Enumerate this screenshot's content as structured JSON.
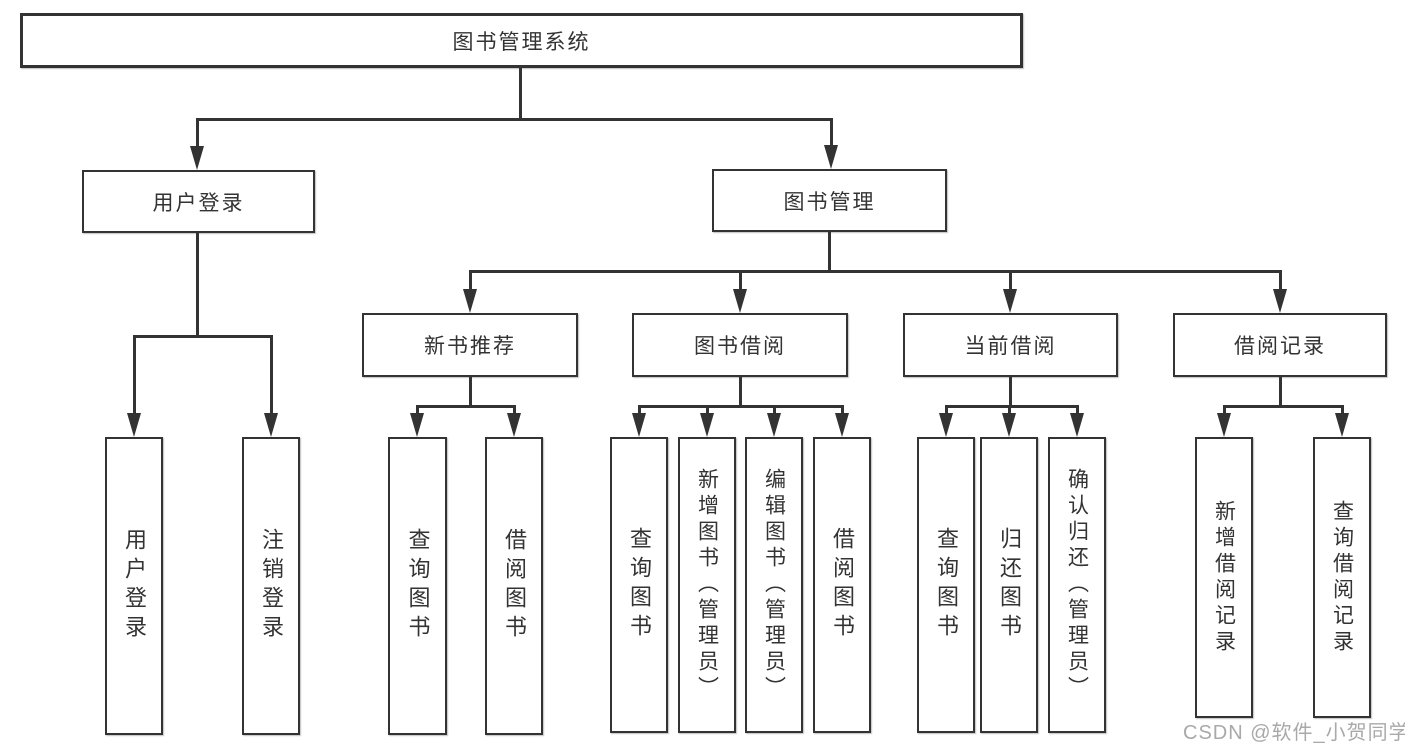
{
  "diagram": {
    "title": "图书管理系统",
    "level2": [
      {
        "label": "用户登录"
      },
      {
        "label": "图书管理"
      }
    ],
    "level3": [
      {
        "label": "新书推荐"
      },
      {
        "label": "图书借阅"
      },
      {
        "label": "当前借阅"
      },
      {
        "label": "借阅记录"
      }
    ],
    "leaves": [
      {
        "label": "用户登录"
      },
      {
        "label": "注销登录"
      },
      {
        "label": "查询图书"
      },
      {
        "label": "借阅图书"
      },
      {
        "label": "查询图书"
      },
      {
        "label": "新增图书（管理员）"
      },
      {
        "label": "编辑图书（管理员）"
      },
      {
        "label": "借阅图书"
      },
      {
        "label": "查询图书"
      },
      {
        "label": "归还图书"
      },
      {
        "label": "确认归还（管理员）"
      },
      {
        "label": "新增借阅记录"
      },
      {
        "label": "查询借阅记录"
      }
    ]
  },
  "watermark": "CSDN @软件_小贺同学",
  "colors": {
    "line": "#333333",
    "text": "#333333",
    "watermark": "#a9a9a9",
    "background": "#ffffff"
  }
}
